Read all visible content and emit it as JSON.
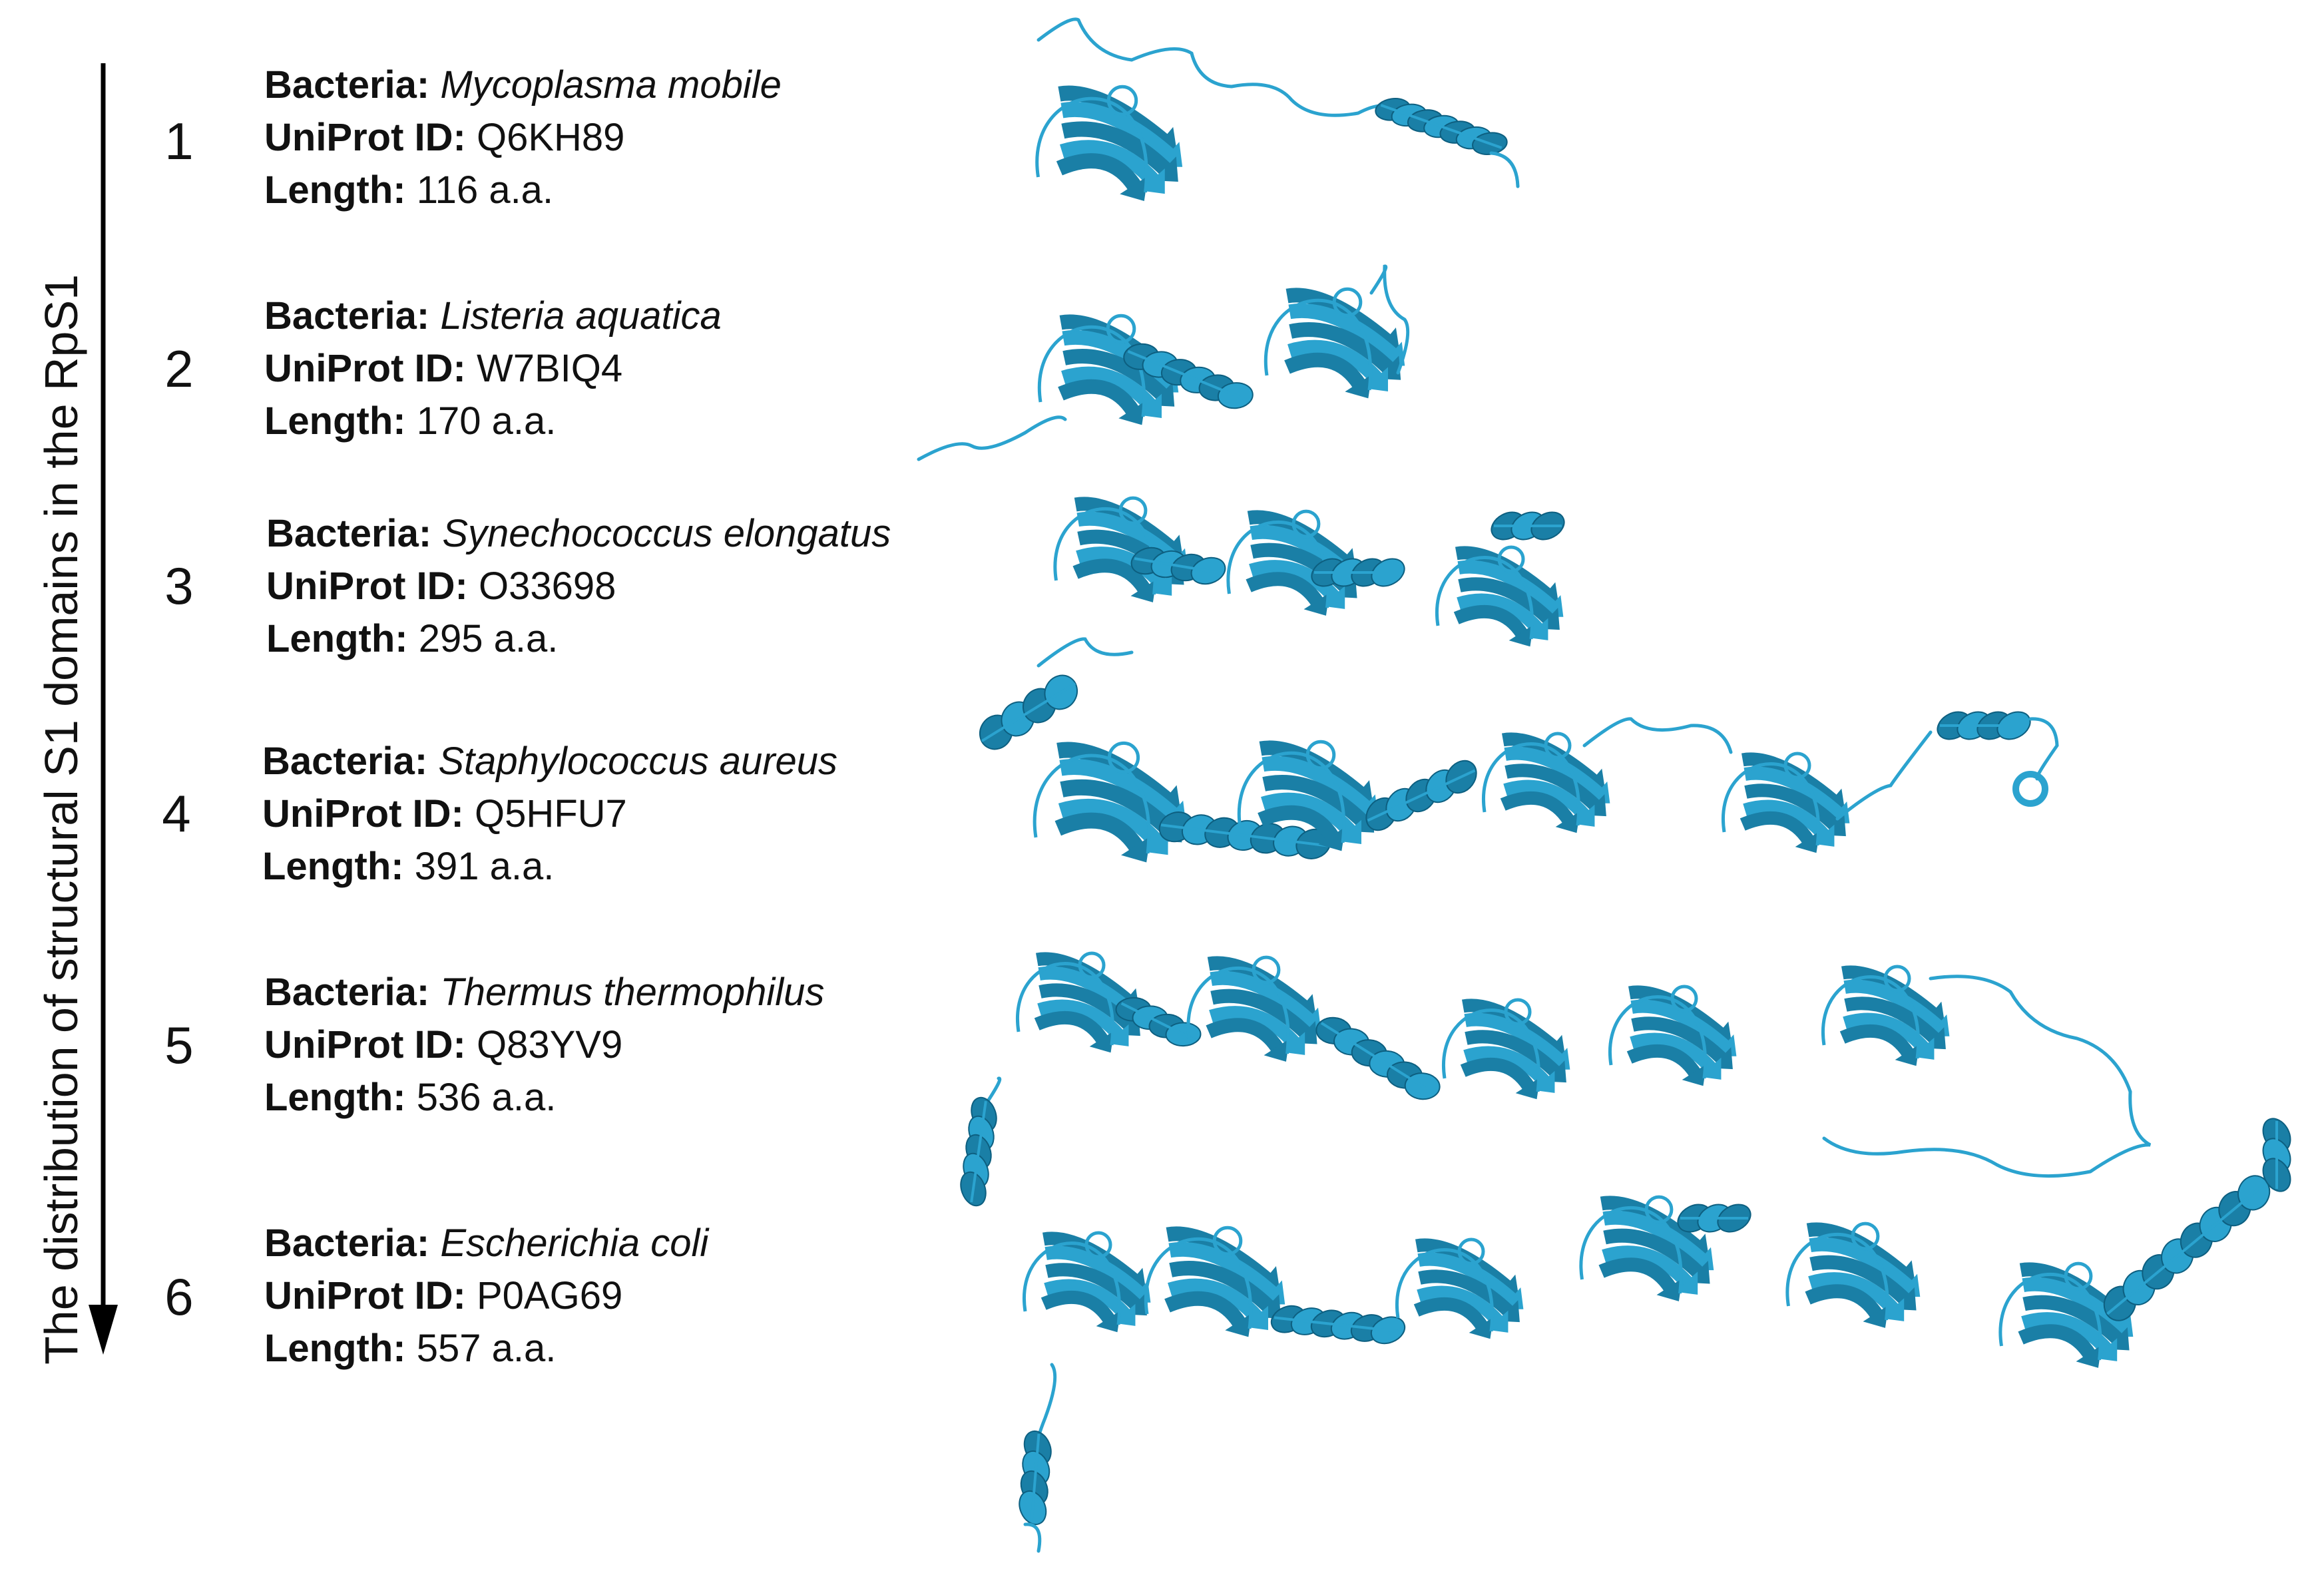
{
  "axis_title": "The distribution of structural S1 domains in the RpS1",
  "labels": {
    "kingdom": "Bacteria:",
    "uniprot": "UniProt ID:",
    "length": "Length:"
  },
  "colors": {
    "ribbon": "#2ba3cf",
    "ribbon_dark": "#1a7fa6",
    "text": "#111111"
  },
  "entries": [
    {
      "num": "1",
      "species": "Mycoplasma mobile",
      "uniprot_id": "Q6KH89",
      "length": "116 a.a."
    },
    {
      "num": "2",
      "species": "Listeria aquatica",
      "uniprot_id": "W7BIQ4",
      "length": "170 a.a."
    },
    {
      "num": "3",
      "species": "Synechococcus elongatus",
      "uniprot_id": "O33698",
      "length": "295 a.a."
    },
    {
      "num": "4",
      "species": "Staphylococcus aureus",
      "uniprot_id": "Q5HFU7",
      "length": "391 a.a."
    },
    {
      "num": "5",
      "species": "Thermus thermophilus",
      "uniprot_id": "Q83YV9",
      "length": "536 a.a."
    },
    {
      "num": "6",
      "species": "Escherichia coli",
      "uniprot_id": "P0AG69",
      "length": "557 a.a."
    }
  ]
}
